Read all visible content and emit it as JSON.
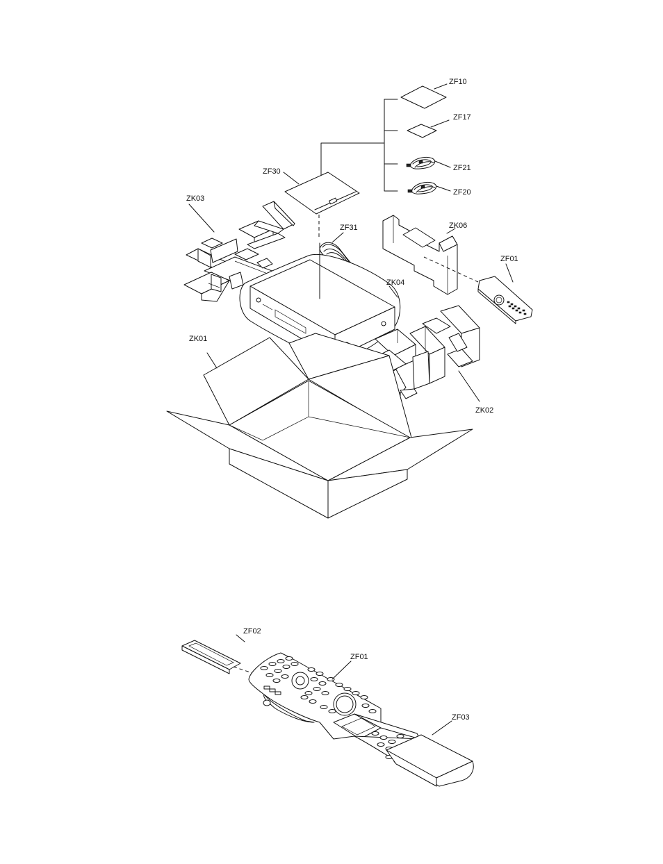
{
  "labels": {
    "zf10": "ZF10",
    "zf17": "ZF17",
    "zf21": "ZF21",
    "zf20": "ZF20",
    "zf30": "ZF30",
    "zk03": "ZK03",
    "zf31": "ZF31",
    "zk06": "ZK06",
    "zf01_top": "ZF01",
    "zk04": "ZK04",
    "zk01": "ZK01",
    "zk02": "ZK02",
    "zf02": "ZF02",
    "zf01_bottom": "ZF01",
    "zf03": "ZF03"
  },
  "colors": {
    "line": "#111111",
    "background": "#ffffff"
  }
}
